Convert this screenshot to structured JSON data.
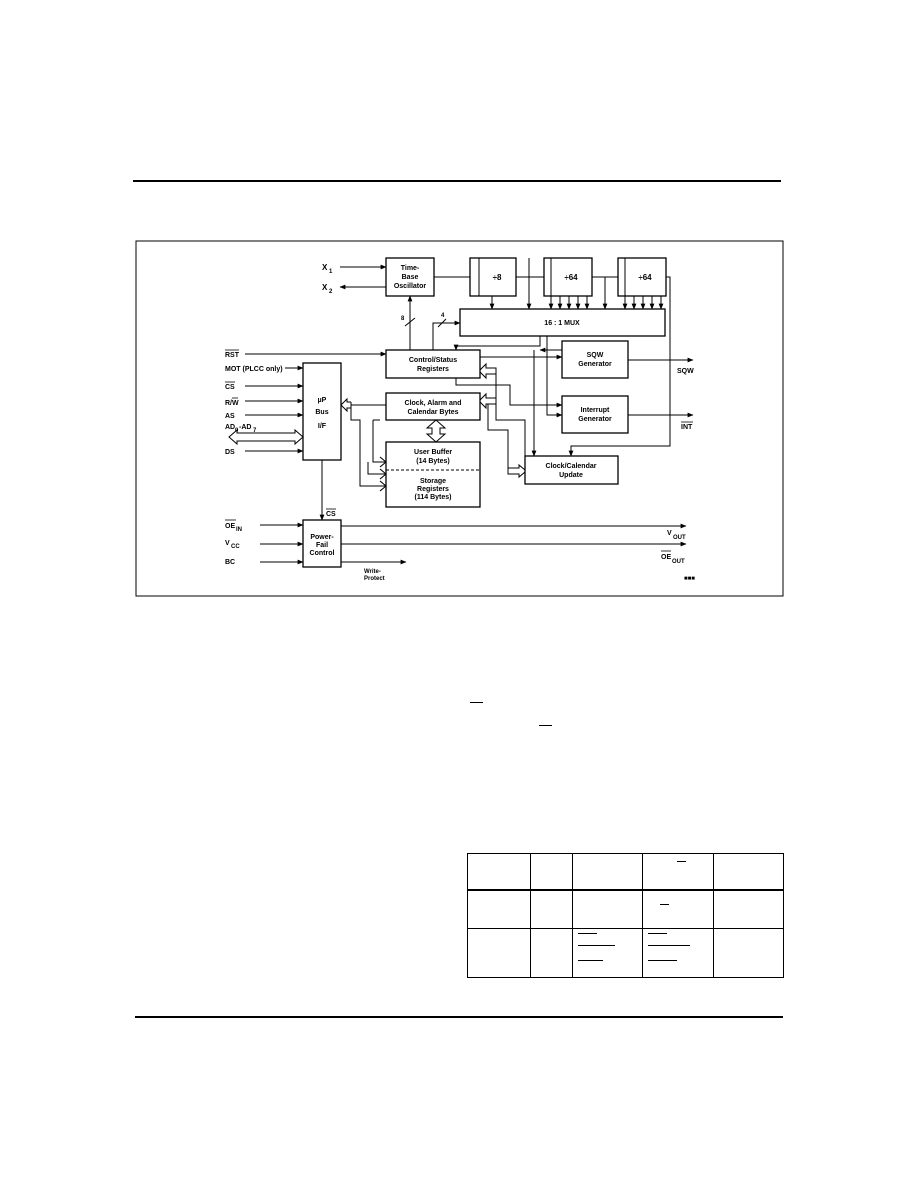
{
  "figure": {
    "inputs_left": {
      "rst": "RST",
      "mot": "MOT (PLCC only)",
      "cs": "CS",
      "rw": "R/W",
      "as": "AS",
      "ad": "AD",
      "ad_sub0": "0",
      "ad_mid": "-AD",
      "ad_sub7": "7",
      "ds": "DS",
      "oe_in": "OE",
      "oe_in_sub": "IN",
      "vcc": "V",
      "vcc_sub": "CC",
      "bc": "BC"
    },
    "oscillator_inputs": {
      "x1": "X",
      "x1_sub": "1",
      "x2": "X",
      "x2_sub": "2"
    },
    "blocks": {
      "time_base_line1": "Time-",
      "time_base_line2": "Base",
      "time_base_line3": "Oscillator",
      "div8": "÷8",
      "div64_a": "÷64",
      "div64_b": "÷64",
      "mux": "16 : 1 MUX",
      "control_status_line1": "Control/Status",
      "control_status_line2": "Registers",
      "sqw_gen_line1": "SQW",
      "sqw_gen_line2": "Generator",
      "clock_alarm_line1": "Clock, Alarm and",
      "clock_alarm_line2": "Calendar Bytes",
      "interrupt_gen_line1": "Interrupt",
      "interrupt_gen_line2": "Generator",
      "up_bus_line1": "µP",
      "up_bus_line2": "Bus",
      "up_bus_line3": "I/F",
      "user_buffer_line1": "User Buffer",
      "user_buffer_line2": "(14 Bytes)",
      "storage_line1": "Storage",
      "storage_line2": "Registers",
      "storage_line3": "(114 Bytes)",
      "clock_update_line1": "Clock/Calendar",
      "clock_update_line2": "Update",
      "power_fail_line1": "Power-",
      "power_fail_line2": "Fail",
      "power_fail_line3": "Control"
    },
    "bus_widths": {
      "w8": "8",
      "w4": "4"
    },
    "outputs": {
      "sqw": "SQW",
      "int": "INT",
      "cs_internal": "CS",
      "vout": "V",
      "vout_sub": "OUT",
      "oe_out": "OE",
      "oe_out_sub": "OUT",
      "write_protect_line1": "Write-",
      "write_protect_line2": "Protect"
    },
    "figure_id": "■■■"
  }
}
